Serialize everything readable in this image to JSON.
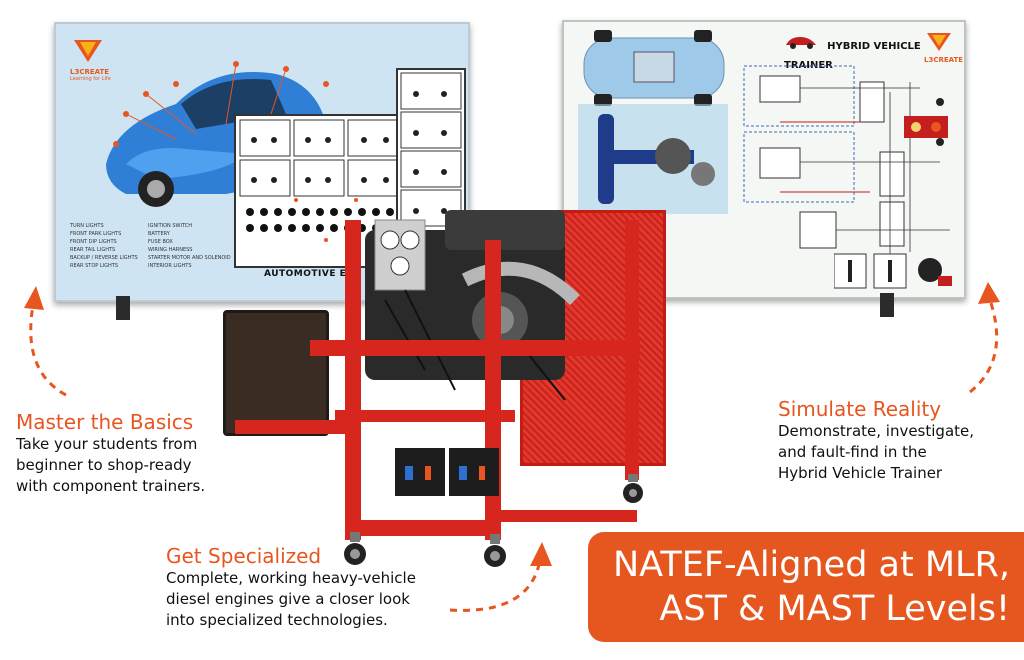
{
  "left_board": {
    "brand": "L3CREATE",
    "tagline": "Learning for Life",
    "panel_label": "AUTOMOTIVE EL",
    "legend_items_col1": [
      "TURN LIGHTS",
      "FRONT PARK LIGHTS",
      "FRONT DIP LIGHTS",
      "REAR TAIL LIGHTS",
      "BACKUP / REVERSE LIGHTS",
      "REAR STOP LIGHTS"
    ],
    "legend_items_col2": [
      "IGNITION SWITCH",
      "BATTERY",
      "FUSE BOX",
      "WIRING HARNESS",
      "STARTER MOTOR AND SOLENOID",
      "INTERIOR LIGHTS"
    ]
  },
  "right_board": {
    "title": "HYBRID VEHICLE TRAINER",
    "brand": "L3CREATE"
  },
  "sections": {
    "basics": {
      "heading": "Master the Basics",
      "lines": [
        "Take your students from",
        "beginner to shop-ready",
        "with component trainers."
      ]
    },
    "reality": {
      "heading": "Simulate Reality",
      "lines": [
        "Demonstrate, investigate,",
        "and fault-find in the",
        "Hybrid Vehicle Trainer"
      ]
    },
    "specialized": {
      "heading": "Get Specialized",
      "lines": [
        "Complete, working heavy-vehicle",
        "diesel engines give a closer look",
        "into specialized technologies."
      ]
    }
  },
  "banner": {
    "line1": "NATEF-Aligned at MLR,",
    "line2": "AST & MAST Levels!"
  },
  "colors": {
    "accent": "#e6561f",
    "frame_red": "#d7261e",
    "car_blue": "#2f7fd6"
  }
}
